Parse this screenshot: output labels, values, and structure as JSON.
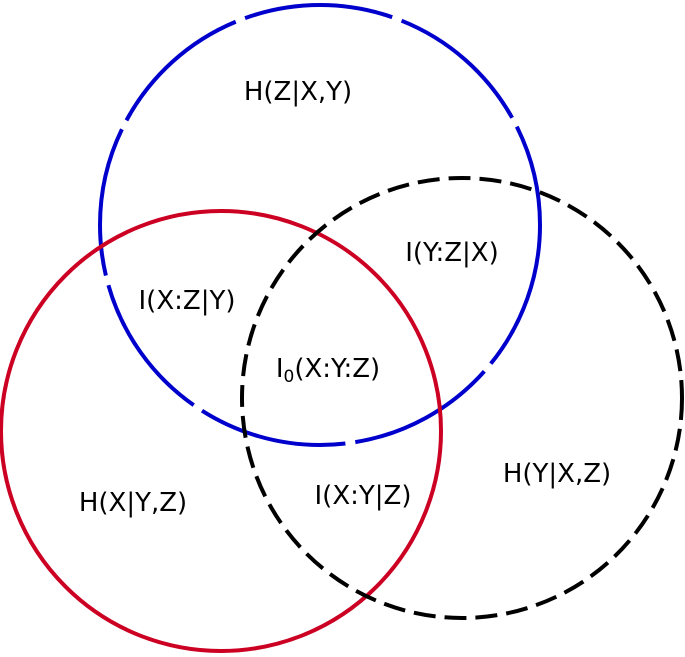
{
  "diagram": {
    "circles": [
      {
        "name": "circle-z",
        "color": "#0000cc",
        "stroke": "long-dash-gaps"
      },
      {
        "name": "circle-x",
        "color": "#cc0022",
        "stroke": "solid"
      },
      {
        "name": "circle-y",
        "color": "#000000",
        "stroke": "dashed"
      }
    ],
    "labels": {
      "h_z_given_xy": "H(Z|X,Y)",
      "i_yz_given_x": "I(Y:Z|X)",
      "i_xz_given_y": "I(X:Z|Y)",
      "i0_prefix": "I",
      "i0_sub": "0",
      "i0_rest": "(X:Y:Z)",
      "i_xy_given_z": "I(X:Y|Z)",
      "h_x_given_yz": "H(X|Y,Z)",
      "h_y_given_xz": "H(Y|X,Z)"
    }
  }
}
